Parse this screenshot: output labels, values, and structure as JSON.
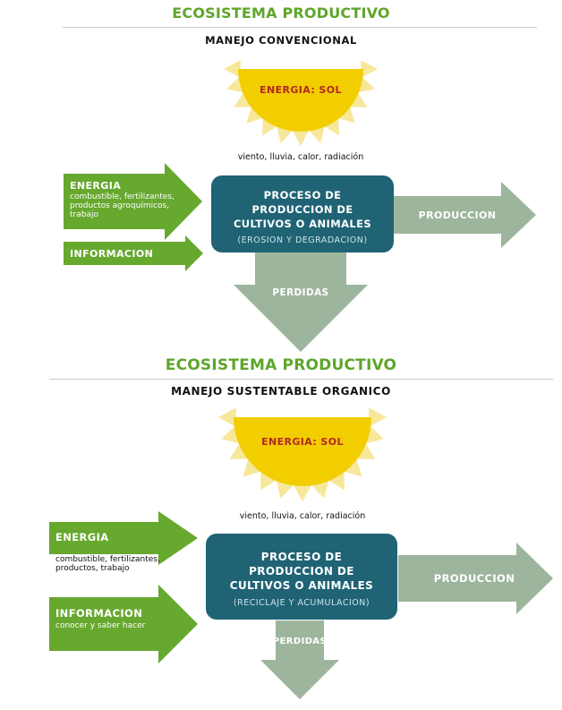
{
  "diagram1": {
    "title": "ECOSISTEMA PRODUCTIVO",
    "subtitle": "MANEJO CONVENCIONAL",
    "sun_label": "ENERGIA: SOL",
    "weather": "viento, lluvia, calor, radiación",
    "energy_title": "ENERGIA",
    "energy_detail": "combustible, fertilizantes, productos agroquímicos, trabajo",
    "info_title": "INFORMACION",
    "process_title": "PROCESO DE PRODUCCION DE CULTIVOS O ANIMALES",
    "process_sub": "(EROSION Y DEGRADACION)",
    "production": "PRODUCCION",
    "losses": "PERDIDAS"
  },
  "diagram2": {
    "title": "ECOSISTEMA PRODUCTIVO",
    "subtitle": "MANEJO SUSTENTABLE ORGANICO",
    "sun_label": "ENERGIA: SOL",
    "weather": "viento, lluvia, calor, radiación",
    "energy_title": "ENERGIA",
    "energy_detail": "combustible, fertilizantes, productos, trabajo",
    "info_title": "INFORMACION",
    "info_detail": "conocer y saber hacer",
    "process_title": "PROCESO DE PRODUCCION DE CULTIVOS O ANIMALES",
    "process_sub": "(RECICLAJE Y ACUMULACION)",
    "production": "PRODUCCION",
    "losses": "PERDIDAS"
  },
  "colors": {
    "title_green": "#5ea52a",
    "input_arrow_green": "#67a82f",
    "output_arrow_sage": "#9db59c",
    "process_box_teal": "#1f6375",
    "sun_yellow": "#f2cd00",
    "sun_ray_yellow": "#f7e79a",
    "sun_label_red": "#b2281f"
  }
}
